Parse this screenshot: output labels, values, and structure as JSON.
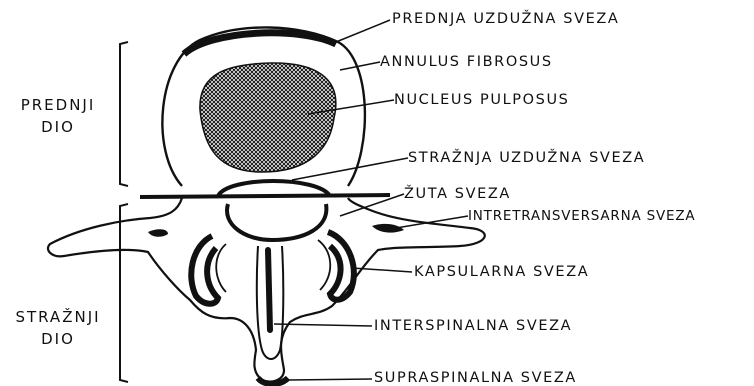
{
  "side_labels": {
    "anterior": {
      "line1": "PREDNJI",
      "line2": "DIO"
    },
    "posterior": {
      "line1": "STRAŽNJI",
      "line2": "DIO"
    }
  },
  "labels": {
    "anterior_longitudinal": "PREDNJA UZDUŽNA SVEZA",
    "annulus": "ANNULUS FIBROSUS",
    "nucleus": "NUCLEUS PULPOSUS",
    "posterior_longitudinal": "STRAŽNJA UZDUŽNA SVEZA",
    "flavum": "ŽUTA SVEZA",
    "intertransverse": "INTRETRANSVERSARNA SVEZA",
    "capsular": "KAPSULARNA SVEZA",
    "interspinous": "INTERSPINALNA SVEZA",
    "supraspinous": "SUPRASPINALNA SVEZA"
  },
  "colors": {
    "ink": "#111111",
    "background": "#ffffff"
  }
}
